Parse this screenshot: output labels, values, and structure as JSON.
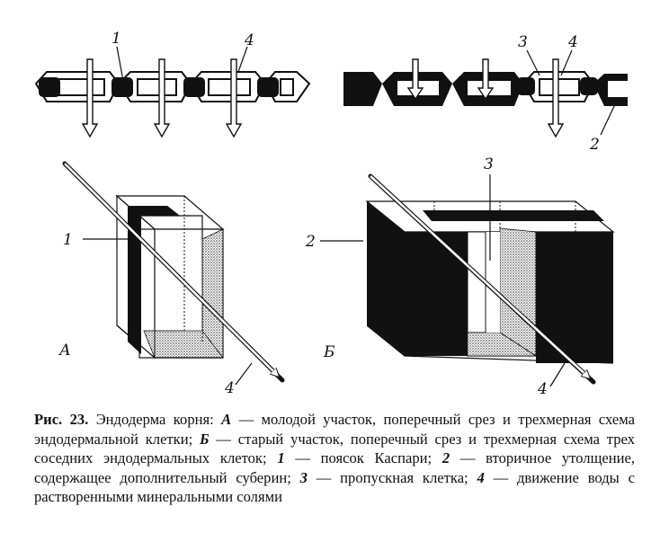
{
  "colors": {
    "ink": "#111111",
    "stipple": "#8a8a8a",
    "paper": "#ffffff"
  },
  "labels": {
    "a_top_1": "1",
    "a_top_4": "4",
    "b_top_3": "3",
    "b_top_4": "4",
    "b_top_2": "2",
    "a_3d_1": "1",
    "a_3d_letter": "А",
    "a_3d_4": "4",
    "b_3d_3": "3",
    "b_3d_2": "2",
    "b_3d_letter": "Б",
    "b_3d_4": "4"
  },
  "caption": {
    "fig_no": "Рис. 23.",
    "t1": " Эндодерма корня: ",
    "a": "А",
    "t2": " — молодой участок, поперечный срез и трехмерная схема эндодермальной клетки; ",
    "b": "Б",
    "t3": " — старый участок, поперечный срез и трехмерная схема трех соседних эндодермальных клеток; ",
    "n1": "1",
    "t4": " — поясок Каспари; ",
    "n2": "2",
    "t5": " — вторичное утолщение, содержащее дополнительный суберин; ",
    "n3": "3",
    "t6": " — пропускная клетка; ",
    "n4": "4",
    "t7": " — движение воды с растворенными минеральными солями"
  }
}
